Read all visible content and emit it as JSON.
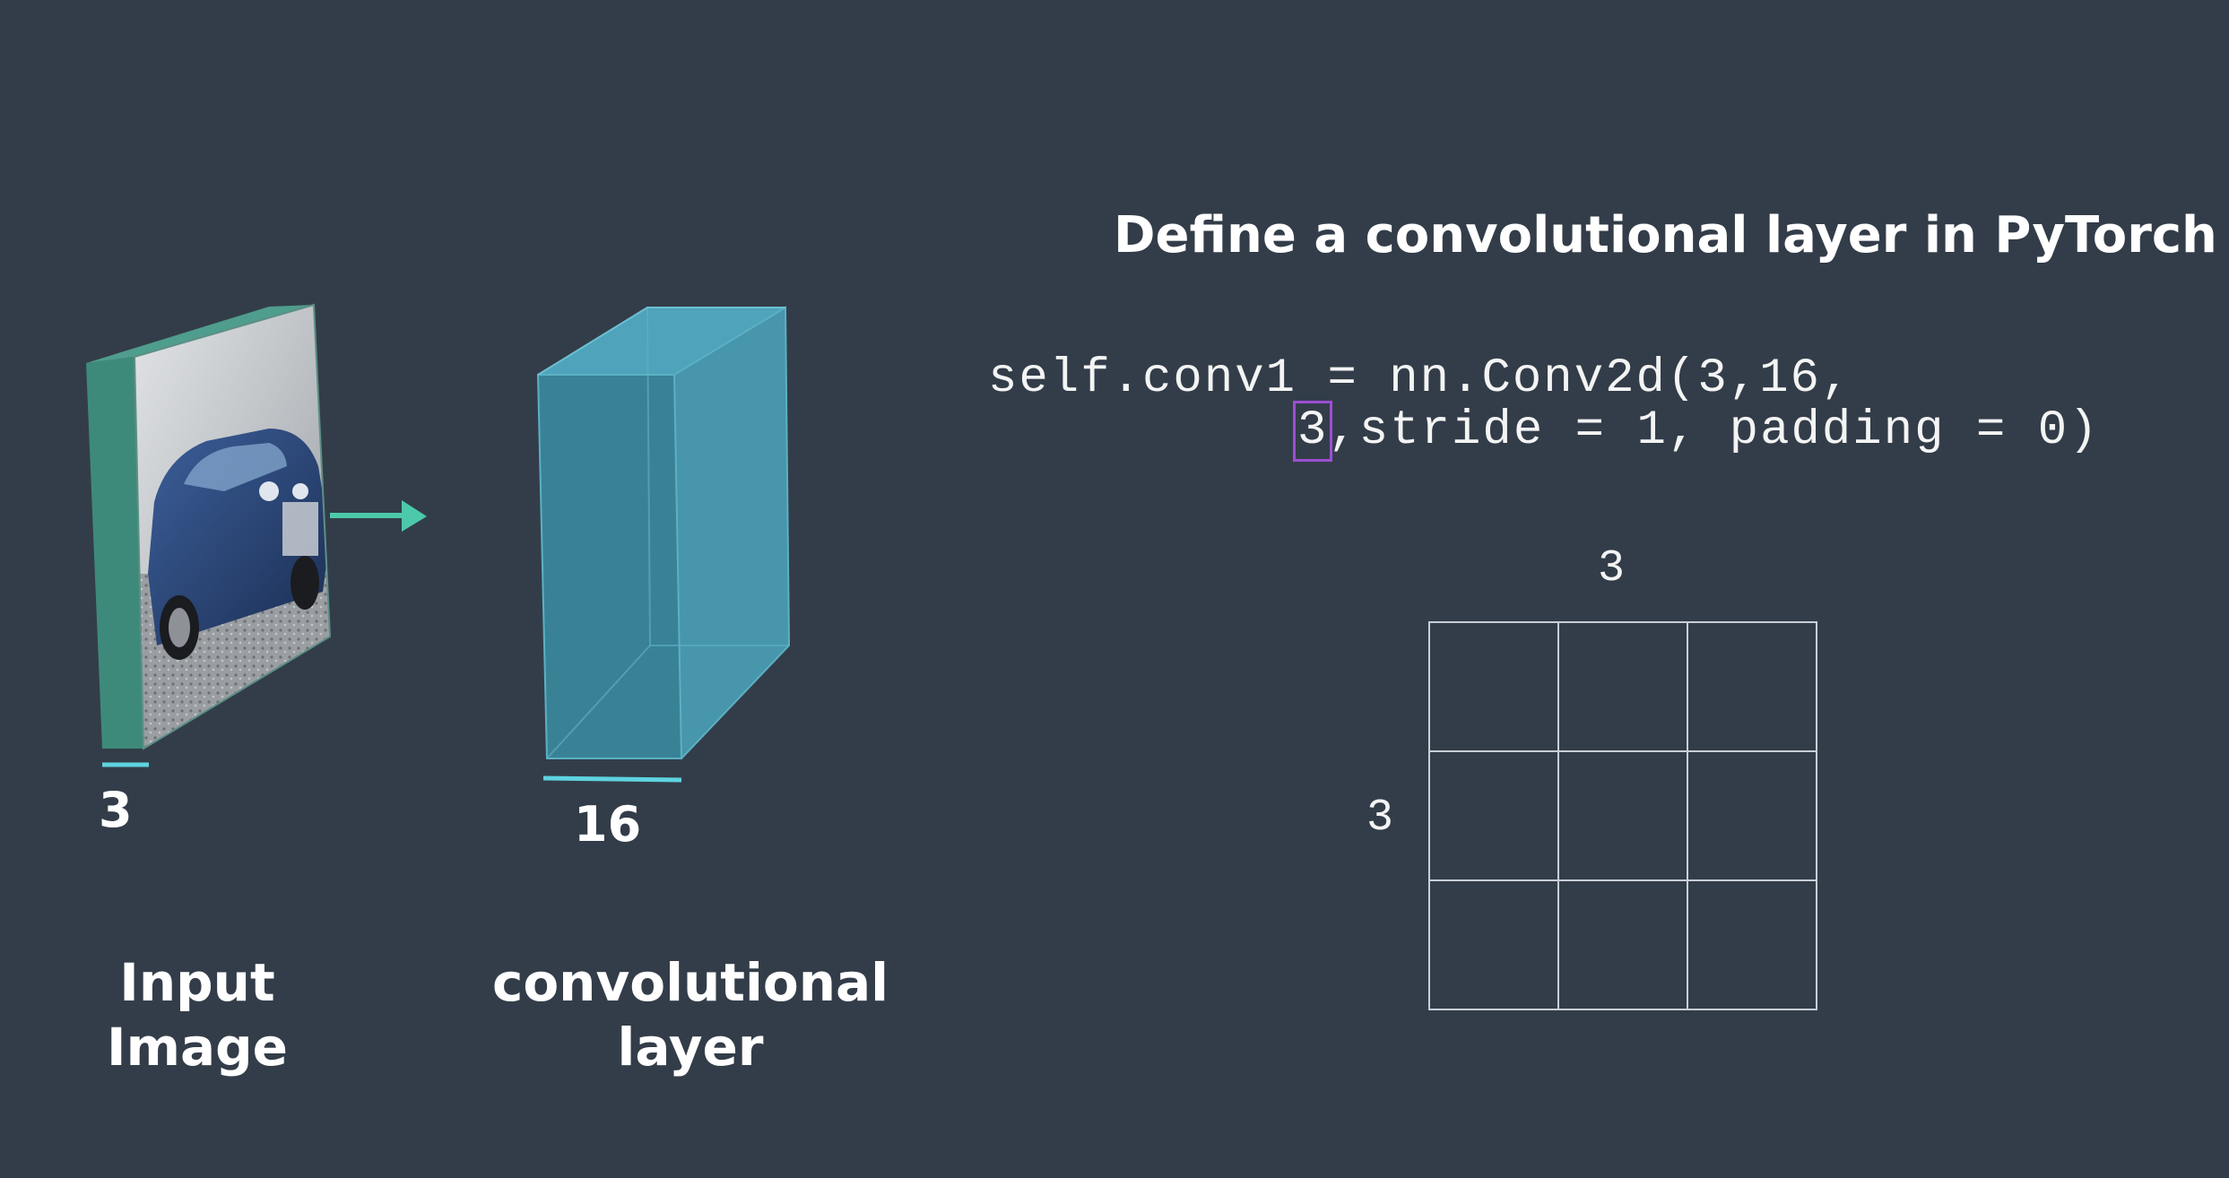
{
  "input": {
    "depth_label": "3",
    "caption": "Input Image"
  },
  "conv": {
    "depth_label": "16",
    "caption_line1": "convolutional",
    "caption_line2": "layer"
  },
  "title": "Define a convolutional layer in PyTorch",
  "code": {
    "line1": "self.conv1 = nn.Conv2d(3,16,",
    "line2_highlight": "3",
    "line2_rest": ",stride = 1, padding = 0)"
  },
  "kernel_grid": {
    "width_label": "3",
    "height_label": "3",
    "rows": 3,
    "cols": 3
  },
  "colors": {
    "background": "#333d49",
    "input_slab": "#3e8a7a",
    "conv_box": "#3f90a6",
    "arrow": "#4cc9a8",
    "underline": "#5fd3e0",
    "highlight_box": "#9b4fd3",
    "grid_line": "#c9ced6"
  }
}
